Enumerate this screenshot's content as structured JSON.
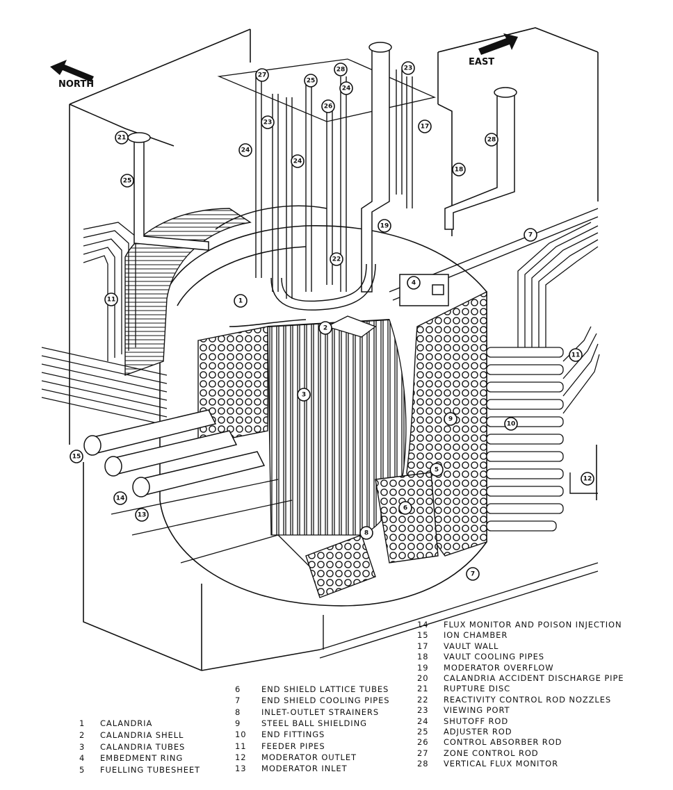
{
  "directions": {
    "north": "NORTH",
    "east": "EAST"
  },
  "callouts": [
    "1",
    "2",
    "3",
    "4",
    "5",
    "6",
    "7",
    "8",
    "9",
    "10",
    "11",
    "12",
    "13",
    "14",
    "15",
    "17",
    "18",
    "19",
    "21",
    "22",
    "23",
    "24",
    "25",
    "26",
    "27",
    "28"
  ],
  "legend": [
    {
      "num": "1",
      "label": "CALANDRIA"
    },
    {
      "num": "2",
      "label": "CALANDRIA SHELL"
    },
    {
      "num": "3",
      "label": "CALANDRIA TUBES"
    },
    {
      "num": "4",
      "label": "EMBEDMENT RING"
    },
    {
      "num": "5",
      "label": "FUELLING TUBESHEET"
    },
    {
      "num": "6",
      "label": "END SHIELD LATTICE TUBES"
    },
    {
      "num": "7",
      "label": "END SHIELD COOLING PIPES"
    },
    {
      "num": "8",
      "label": "INLET-OUTLET STRAINERS"
    },
    {
      "num": "9",
      "label": "STEEL BALL SHIELDING"
    },
    {
      "num": "10",
      "label": "END FITTINGS"
    },
    {
      "num": "11",
      "label": "FEEDER PIPES"
    },
    {
      "num": "12",
      "label": "MODERATOR OUTLET"
    },
    {
      "num": "13",
      "label": "MODERATOR INLET"
    },
    {
      "num": "14",
      "label": "FLUX MONITOR AND POISON INJECTION"
    },
    {
      "num": "15",
      "label": "ION CHAMBER"
    },
    {
      "num": "17",
      "label": "VAULT WALL"
    },
    {
      "num": "18",
      "label": "VAULT COOLING PIPES"
    },
    {
      "num": "19",
      "label": "MODERATOR OVERFLOW"
    },
    {
      "num": "20",
      "label": "CALANDRIA ACCIDENT DISCHARGE PIPE"
    },
    {
      "num": "21",
      "label": "RUPTURE DISC"
    },
    {
      "num": "22",
      "label": "REACTIVITY CONTROL ROD NOZZLES"
    },
    {
      "num": "23",
      "label": "VIEWING PORT"
    },
    {
      "num": "24",
      "label": "SHUTOFF ROD"
    },
    {
      "num": "25",
      "label": "ADJUSTER ROD"
    },
    {
      "num": "26",
      "label": "CONTROL ABSORBER ROD"
    },
    {
      "num": "27",
      "label": "ZONE CONTROL ROD"
    },
    {
      "num": "28",
      "label": "VERTICAL FLUX MONITOR"
    }
  ]
}
